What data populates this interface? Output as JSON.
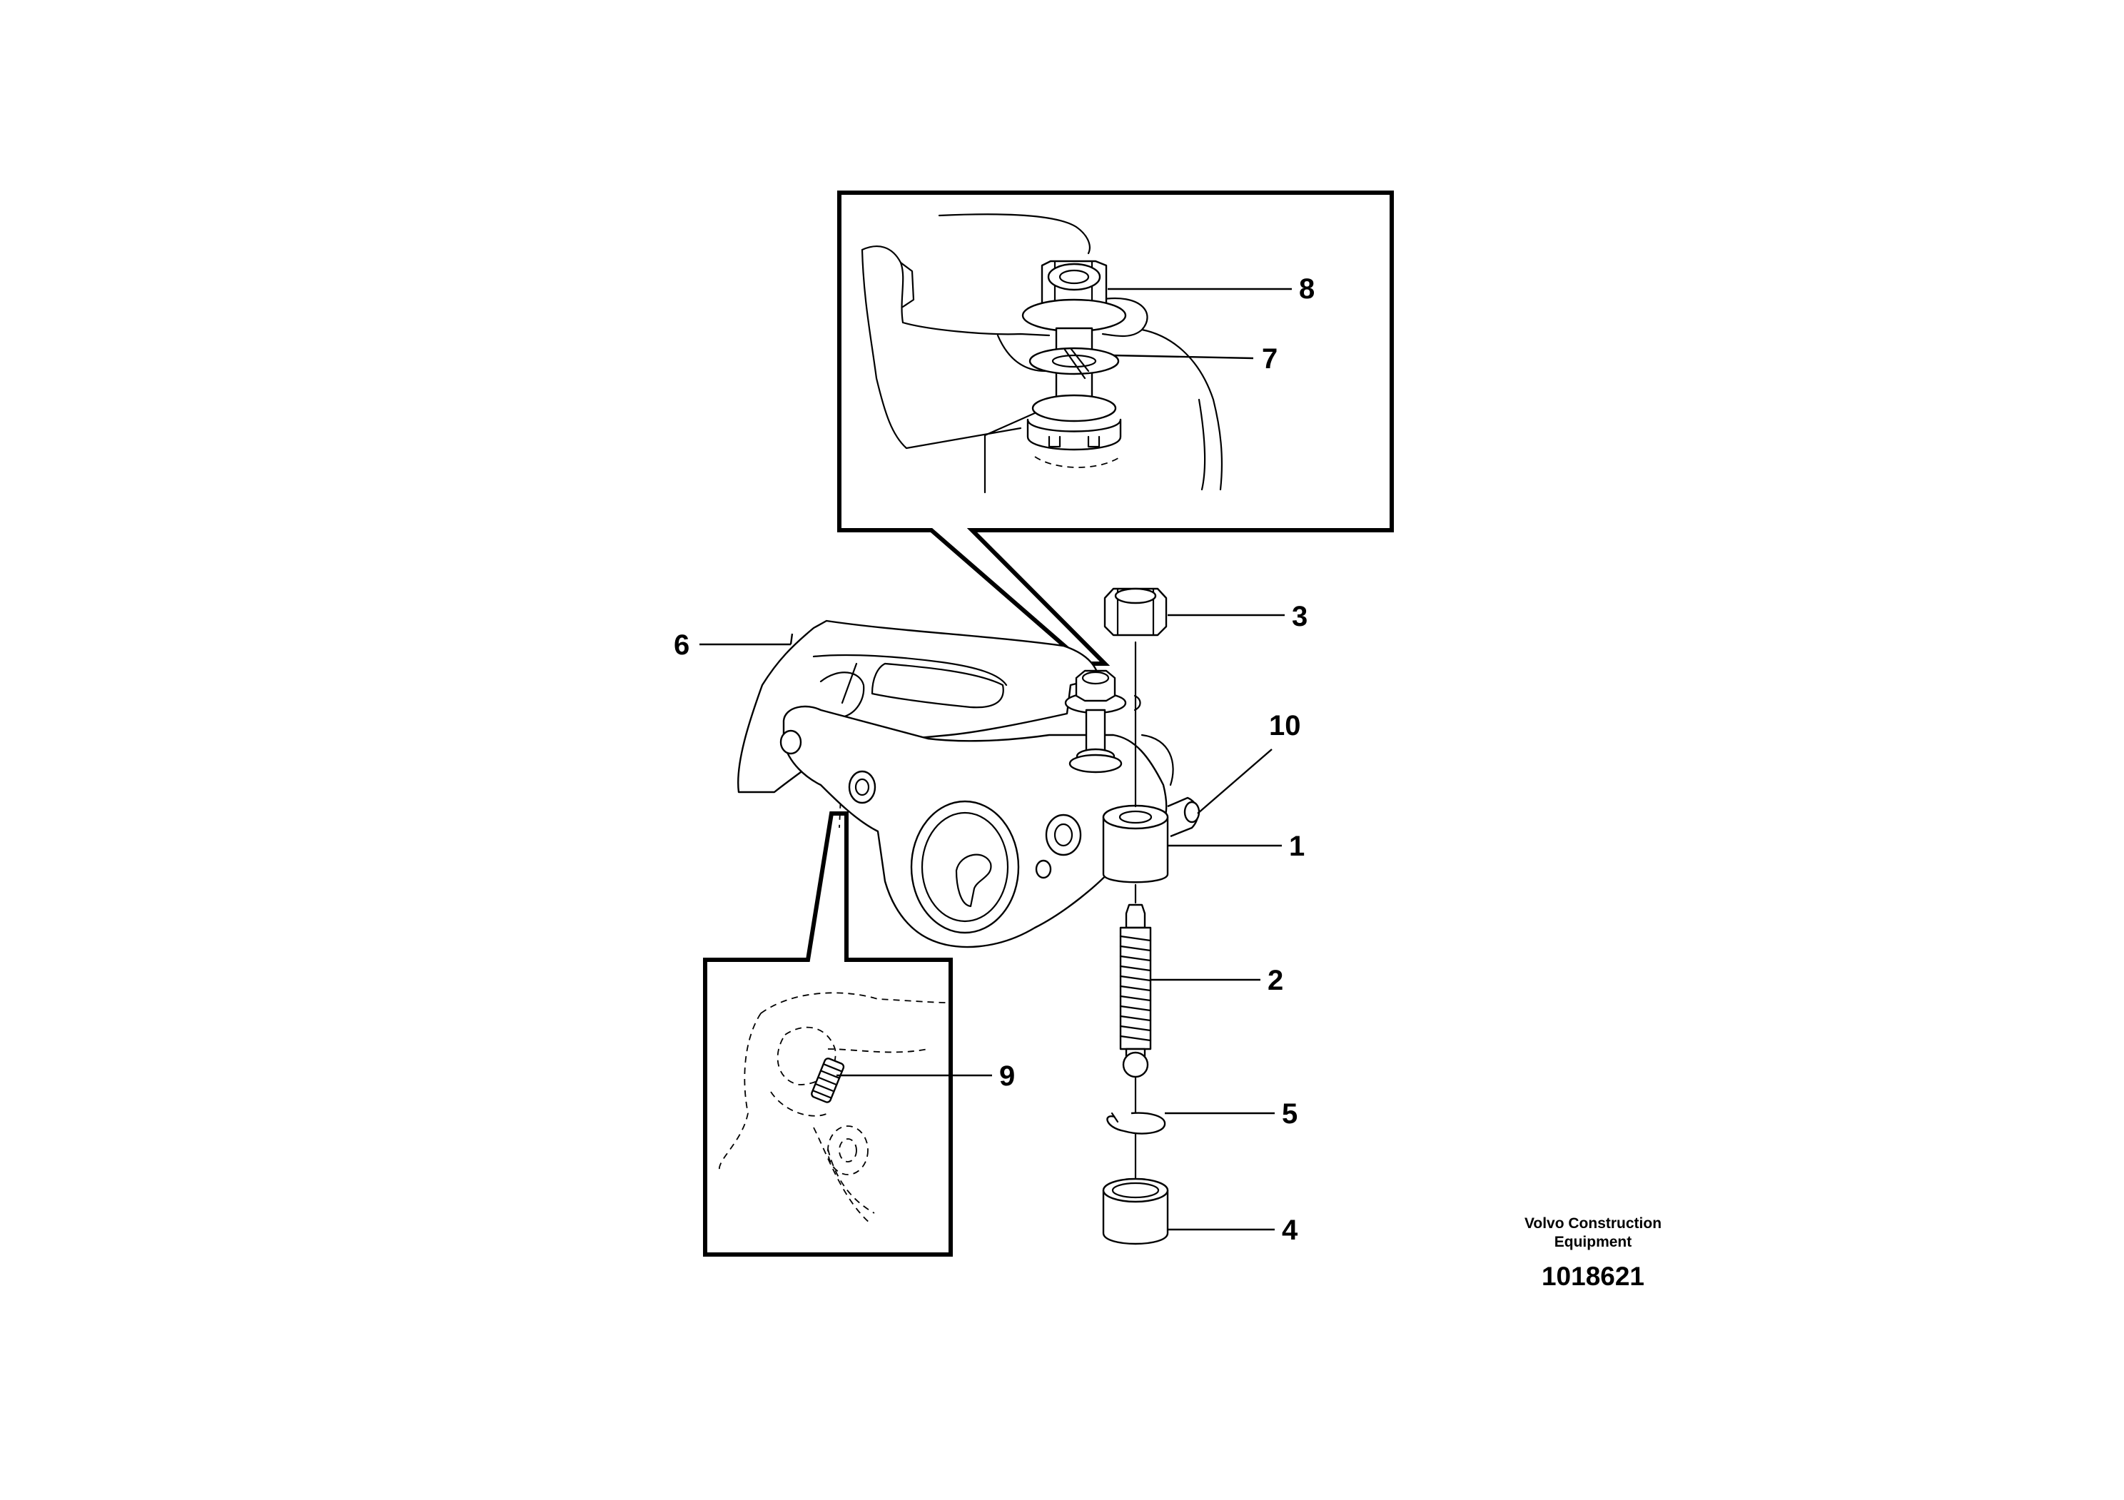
{
  "callouts": {
    "c1": "1",
    "c2": "2",
    "c3": "3",
    "c4": "4",
    "c5": "5",
    "c6": "6",
    "c7": "7",
    "c8": "8",
    "c9": "9",
    "c10": "10"
  },
  "brand": {
    "line1": "Volvo Construction",
    "line2": "Equipment"
  },
  "drawing_number": "1018621"
}
